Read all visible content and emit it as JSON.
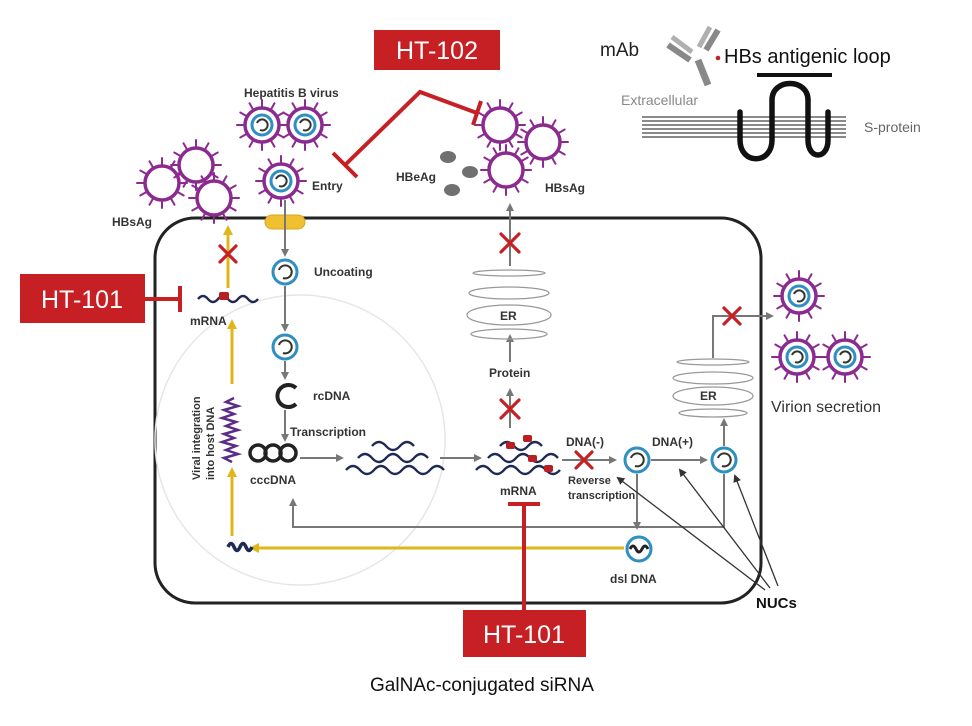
{
  "drugs": {
    "ht102": "HT-102",
    "ht101_left": "HT-101",
    "ht101_bottom": "HT-101",
    "galnac_caption": "GalNAc-conjugated siRNA"
  },
  "antibody_inset": {
    "mab": "mAb",
    "loop": "HBs antigenic loop",
    "extracellular": "Extracellular",
    "s_protein": "S-protein"
  },
  "virus": {
    "hepatitis_b_virus": "Hepatitis B virus",
    "hbsag_left": "HBsAg",
    "hbsag_right": "HBsAg",
    "hbeag": "HBeAg",
    "entry": "Entry",
    "virion_secretion": "Virion secretion"
  },
  "cell": {
    "uncoating": "Uncoating",
    "rcdna": "rcDNA",
    "transcription": "Transcription",
    "cccdna": "cccDNA",
    "mrna_center": "mRNA",
    "mrna_left": "mRNA",
    "protein": "Protein",
    "er_center": "ER",
    "er_right": "ER",
    "dna_minus": "DNA(-)",
    "dna_plus": "DNA(+)",
    "reverse_transcription_1": "Reverse",
    "reverse_transcription_2": "transcription",
    "dsl_dna": "dsl DNA",
    "viral_integration_1": "Viral integration",
    "viral_integration_2": "into host DNA",
    "nucs": "NUCs"
  },
  "colors": {
    "drug_red": "#c62025",
    "virus_purple": "#8b2a8f",
    "capsid_blue": "#2f8fc0",
    "flow_yellow": "#e0b61a",
    "flow_gray": "#777777"
  }
}
